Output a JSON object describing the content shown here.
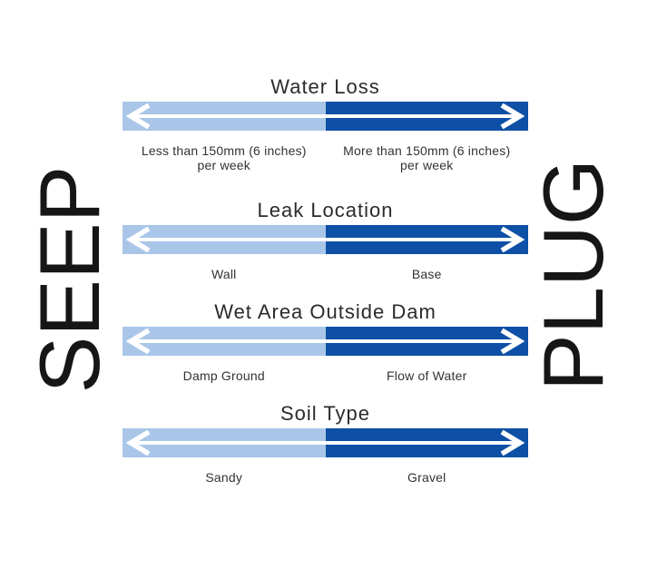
{
  "diagram": {
    "left_word": "SEEP",
    "right_word": "PLUG"
  },
  "colors": {
    "seep_bar": "#a9c6e8",
    "plug_bar": "#0d50a5",
    "arrow": "#ffffff",
    "title_text": "#2b2b2b",
    "label_text": "#333333",
    "side_text": "#161616"
  },
  "rows": [
    {
      "title": "Water Loss",
      "left_label": "Less than 150mm (6 inches)\nper week",
      "right_label": "More than 150mm (6 inches)\nper week"
    },
    {
      "title": "Leak Location",
      "left_label": "Wall",
      "right_label": "Base"
    },
    {
      "title": "Wet Area Outside Dam",
      "left_label": "Damp Ground",
      "right_label": "Flow of Water"
    },
    {
      "title": "Soil Type",
      "left_label": "Sandy",
      "right_label": "Gravel"
    }
  ]
}
